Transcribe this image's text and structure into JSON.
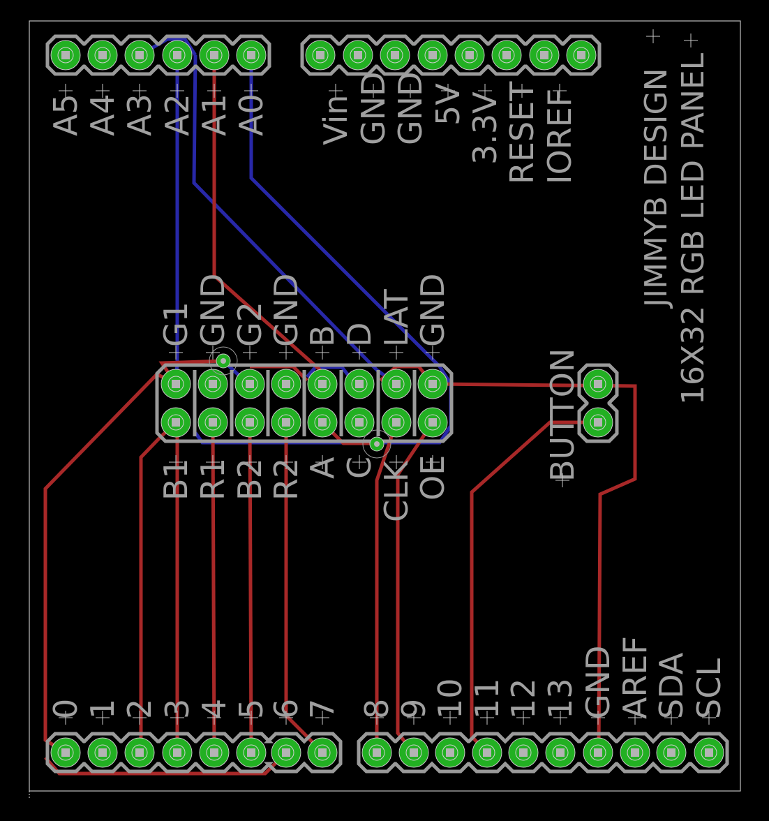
{
  "board": {
    "title_line1": "JIMMYB DESIGN",
    "title_line2": "16X32 RGB LED PANEL",
    "colors": {
      "background": "#000000",
      "board_edge": "#bdbdbd",
      "pad": "#22b022",
      "silkscreen": "#a0a0a0",
      "top_copper": "#a82828",
      "bottom_copper": "#2828a8"
    }
  },
  "headers": {
    "analog": {
      "pins": [
        "A5",
        "A4",
        "A3",
        "A2",
        "A1",
        "A0"
      ]
    },
    "power": {
      "pins": [
        "Vin",
        "GND",
        "GND",
        "5V",
        "3.3V",
        "RESET",
        "IOREF",
        ""
      ]
    },
    "panel": {
      "top_row": [
        "G1",
        "GND",
        "G2",
        "GND",
        "B",
        "D",
        "LAT",
        "GND"
      ],
      "bottom_row": [
        "B1",
        "R1",
        "B2",
        "R2",
        "A",
        "C",
        "CLK",
        "OE"
      ]
    },
    "button": {
      "label": "BUTTON"
    },
    "digital_low": {
      "pins": [
        "0",
        "1",
        "2",
        "3",
        "4",
        "5",
        "6",
        "7"
      ]
    },
    "digital_high": {
      "pins": [
        "8",
        "9",
        "10",
        "11",
        "12",
        "13",
        "GND",
        "AREF",
        "SDA",
        "SCL"
      ]
    }
  }
}
